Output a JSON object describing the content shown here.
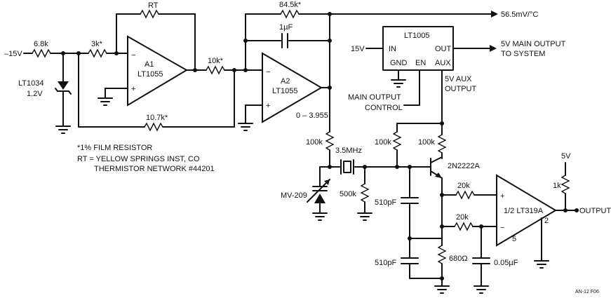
{
  "labels": {
    "neg15v": "–15V",
    "r_6k8": "6.8k",
    "lt1034": "LT1034",
    "v1_2": "1.2V",
    "r_3k": "3k*",
    "rt": "RT",
    "a1": "A1",
    "a1_part": "LT1055",
    "r_10k": "10k*",
    "r_10k7": "10.7k*",
    "r_84k5": "84.5k*",
    "cap_1uf": "1µF",
    "a2": "A2",
    "a2_part": "LT1055",
    "range": "0 – 3.955",
    "out_temp": "56.5mV/°C",
    "lt1005": "LT1005",
    "pin_in": "IN",
    "pin_out": "OUT",
    "pin_gnd": "GND",
    "pin_en": "EN",
    "pin_aux": "AUX",
    "v15": "15V",
    "main_out_1": "5V MAIN OUTPUT",
    "main_out_2": "TO SYSTEM",
    "aux_out_1": "5V AUX",
    "aux_out_2": "OUTPUT",
    "ctrl_1": "MAIN OUTPUT",
    "ctrl_2": "CONTROL",
    "note_1": "*1% FILM RESISTOR",
    "note_2": "RT = YELLOW SPRINGS INST, CO",
    "note_3": "THERMISTOR NETWORK #44201",
    "r_100k_a": "100k",
    "crystal": "3.5MHz",
    "r_100k_b": "100k",
    "r_100k_c": "100k",
    "transistor": "2N2222A",
    "mv209": "MV-209",
    "r_500k": "500k",
    "c_510pf_a": "510pF",
    "c_510pf_b": "510pF",
    "r_680": "680Ω",
    "c_005uf": "0.05µF",
    "r_20k_a": "20k",
    "r_20k_b": "20k",
    "comp": "1/2 LT319A",
    "pin2": "2",
    "pin5": "5",
    "v5": "5V",
    "r_1k": "1k",
    "output": "OUTPUT",
    "figure_id": "AN-12 F06"
  }
}
